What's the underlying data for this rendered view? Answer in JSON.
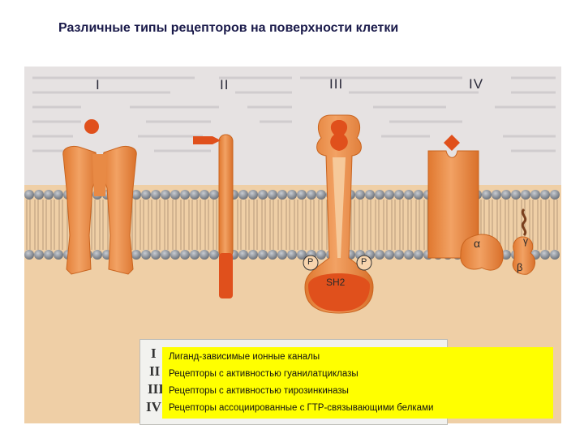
{
  "title": "Различные типы рецепторов на поверхности клетки",
  "receptor_numerals": [
    "I",
    "II",
    "III",
    "IV"
  ],
  "diagram_labels": {
    "p_left": "P",
    "p_right": "P",
    "sh2": "SH2",
    "alpha": "α",
    "beta": "β",
    "gamma": "γ"
  },
  "legend": {
    "numerals": [
      "I",
      "II",
      "III",
      "IV"
    ],
    "items": [
      "Лиганд-зависимые ионные каналы",
      "Рецепторы с активностью гуанилатциклазы",
      "Рецепторы с активностью тирозинкиназы",
      "Рецепторы ассоциированные с ГТР-связывающими  белками"
    ]
  },
  "colors": {
    "receptor_orange": "#e8843e",
    "ligand_red": "#e0501c",
    "membrane_head": "#8a8f97",
    "cytoplasm": "#efcfa6",
    "legend_highlight": "#ffff00"
  }
}
